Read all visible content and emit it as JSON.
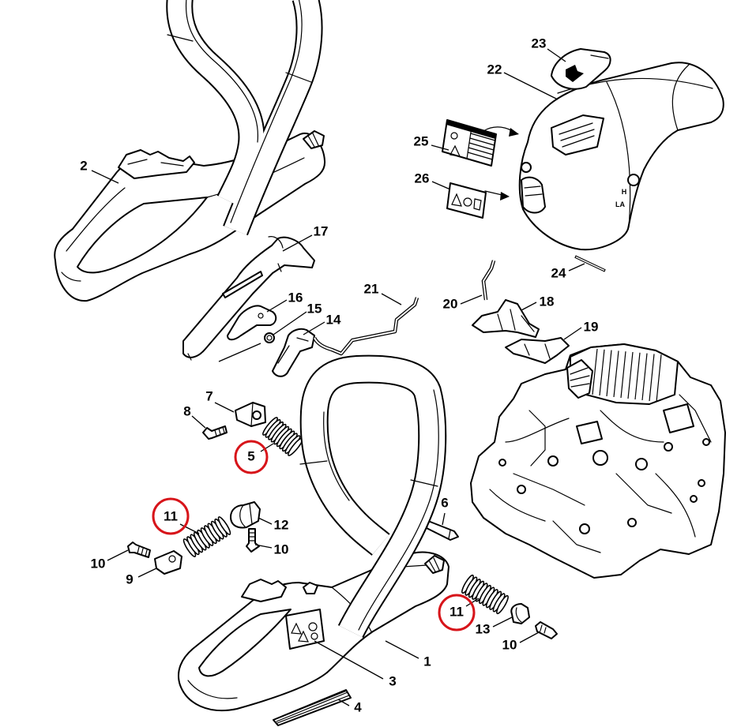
{
  "diagram": {
    "callouts": [
      {
        "label": "1"
      },
      {
        "label": "2"
      },
      {
        "label": "3"
      },
      {
        "label": "4"
      },
      {
        "label": "5",
        "highlighted": true
      },
      {
        "label": "6"
      },
      {
        "label": "7"
      },
      {
        "label": "8"
      },
      {
        "label": "9"
      },
      {
        "label": "10"
      },
      {
        "label": "10"
      },
      {
        "label": "10"
      },
      {
        "label": "11",
        "highlighted": true
      },
      {
        "label": "11",
        "highlighted": true
      },
      {
        "label": "12"
      },
      {
        "label": "13"
      },
      {
        "label": "14"
      },
      {
        "label": "15"
      },
      {
        "label": "16"
      },
      {
        "label": "17"
      },
      {
        "label": "18"
      },
      {
        "label": "19"
      },
      {
        "label": "20"
      },
      {
        "label": "21"
      },
      {
        "label": "22"
      },
      {
        "label": "23"
      },
      {
        "label": "24"
      },
      {
        "label": "25"
      },
      {
        "label": "26"
      }
    ],
    "cover_markings": {
      "h": "H",
      "la": "LA"
    }
  },
  "colors": {
    "line": "#000000",
    "highlight": "#d7141a",
    "background": "#ffffff"
  }
}
